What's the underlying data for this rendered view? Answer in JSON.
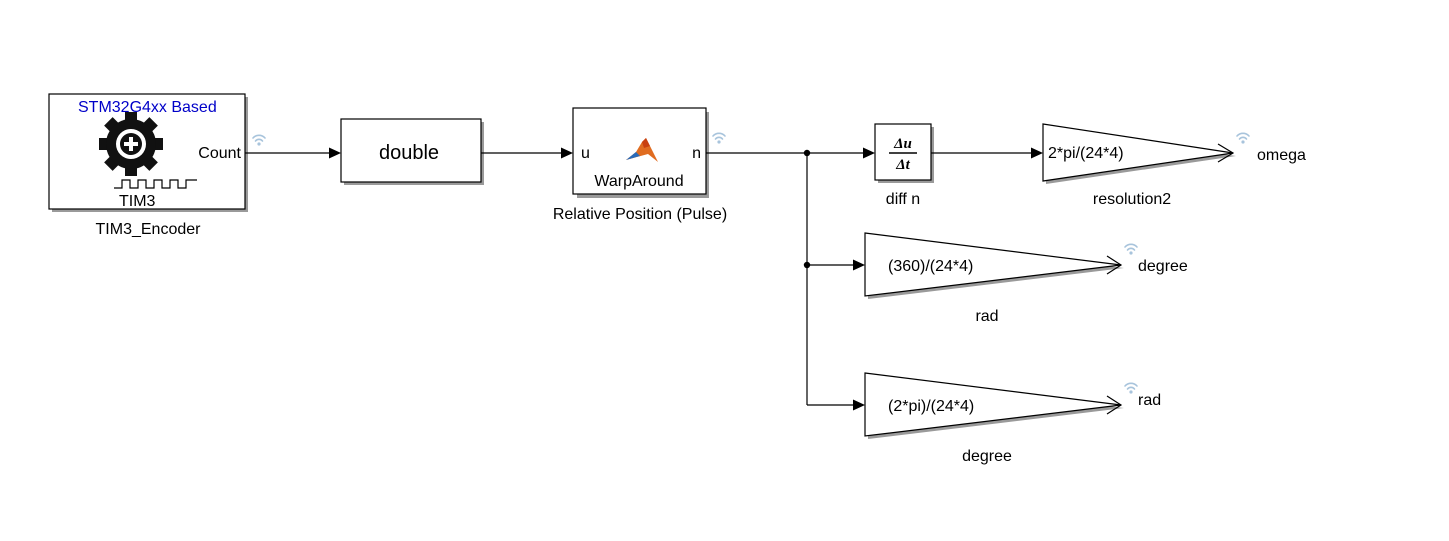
{
  "blocks": {
    "encoder": {
      "header": "STM32G4xx Based",
      "port": "Count",
      "inner_label": "TIM3",
      "name": "TIM3_Encoder",
      "icon": "gear-icon"
    },
    "convert": {
      "label": "double"
    },
    "fcn": {
      "in_port": "u",
      "out_port": "n",
      "inner_label": "WarpAround",
      "name": "Relative Position (Pulse)",
      "icon": "matlab-logo-icon"
    },
    "diff": {
      "numerator": "Δu",
      "denominator": "Δt",
      "name": "diff n"
    },
    "gain_omega": {
      "expr": "2*pi/(24*4)",
      "name": "resolution2",
      "signal": "omega"
    },
    "gain_degree": {
      "expr": "(360)/(24*4)",
      "name": "rad",
      "signal": "degree"
    },
    "gain_rad": {
      "expr": "(2*pi)/(24*4)",
      "name": "degree",
      "signal": "rad"
    }
  },
  "colors": {
    "header_text": "#0000c8",
    "signal_icon": "#a8c4dc"
  }
}
